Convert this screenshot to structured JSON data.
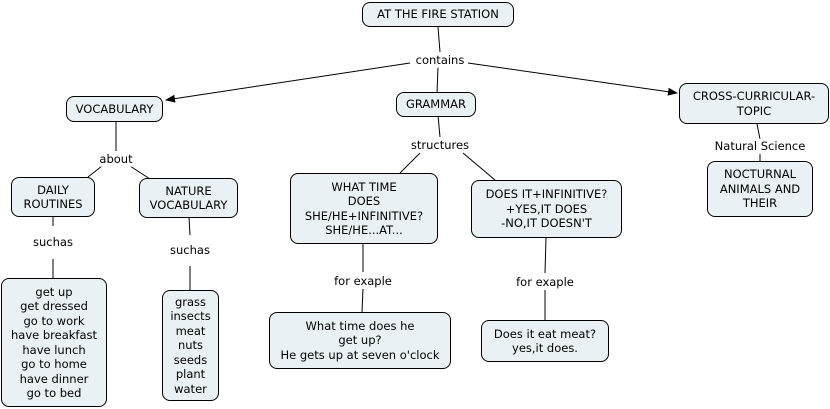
{
  "concept_map": {
    "nodes": {
      "root": [
        "AT THE FIRE STATION"
      ],
      "vocabulary": [
        "VOCABULARY"
      ],
      "grammar": [
        "GRAMMAR"
      ],
      "cross": [
        "CROSS-CURRICULAR-",
        "TOPIC"
      ],
      "daily": [
        "DAILY",
        "ROUTINES"
      ],
      "nature": [
        "NATURE",
        "VOCABULARY"
      ],
      "what_time": [
        "WHAT TIME",
        "DOES",
        "SHE/HE+INFINITIVE?",
        "SHE/HE...AT..."
      ],
      "does_it": [
        "DOES IT+INFINITIVE?",
        "+YES,IT DOES",
        "-NO,IT DOESN'T"
      ],
      "nocturnal": [
        "NOCTURNAL",
        "ANIMALS AND",
        "THEIR"
      ],
      "routines_list": [
        "get up",
        "get dressed",
        "go to work",
        "have breakfast",
        "have lunch",
        "go to home",
        "have dinner",
        "go to bed"
      ],
      "nature_list": [
        "grass",
        "insects",
        "meat",
        "nuts",
        "seeds",
        "plant",
        "water"
      ],
      "what_time_example": [
        "What time does he",
        "get up?",
        "He gets up at seven o'clock"
      ],
      "does_it_example": [
        "Does it eat meat?",
        "yes,it does."
      ]
    },
    "links": {
      "contains": [
        "contains"
      ],
      "about": [
        "about"
      ],
      "structures": [
        "structures"
      ],
      "natural_science": [
        "Natural Science"
      ],
      "such_as_1": [
        "such",
        "as"
      ],
      "such_as_2": [
        "such",
        "as"
      ],
      "for_exaple_1": [
        "for exaple"
      ],
      "for_exaple_2": [
        "for exaple"
      ]
    }
  }
}
